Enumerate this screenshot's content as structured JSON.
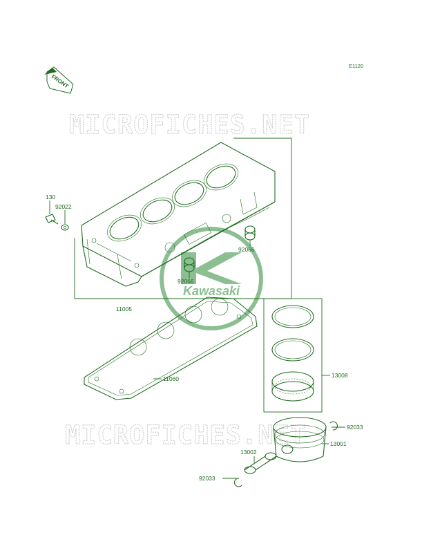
{
  "diagram": {
    "code": "E1120",
    "front_label": "FRONT",
    "watermark_top": "MICROFICHES.NET",
    "watermark_bottom": "MICROFICHES.NET",
    "logo_text": "Kawasaki",
    "colors": {
      "line": "#1f6b1f",
      "watermark": "#cfcfcf",
      "logo": "#2e8b3a"
    },
    "callouts": [
      {
        "id": "c130",
        "label": "130"
      },
      {
        "id": "c92022",
        "label": "92022"
      },
      {
        "id": "c92066a",
        "label": "92066"
      },
      {
        "id": "c92066b",
        "label": "92066"
      },
      {
        "id": "c11005",
        "label": "11005"
      },
      {
        "id": "c11060",
        "label": "11060"
      },
      {
        "id": "c13008",
        "label": "13008"
      },
      {
        "id": "c92033a",
        "label": "92033"
      },
      {
        "id": "c13001",
        "label": "13001"
      },
      {
        "id": "c13002",
        "label": "13002"
      },
      {
        "id": "c92033b",
        "label": "92033"
      }
    ]
  }
}
